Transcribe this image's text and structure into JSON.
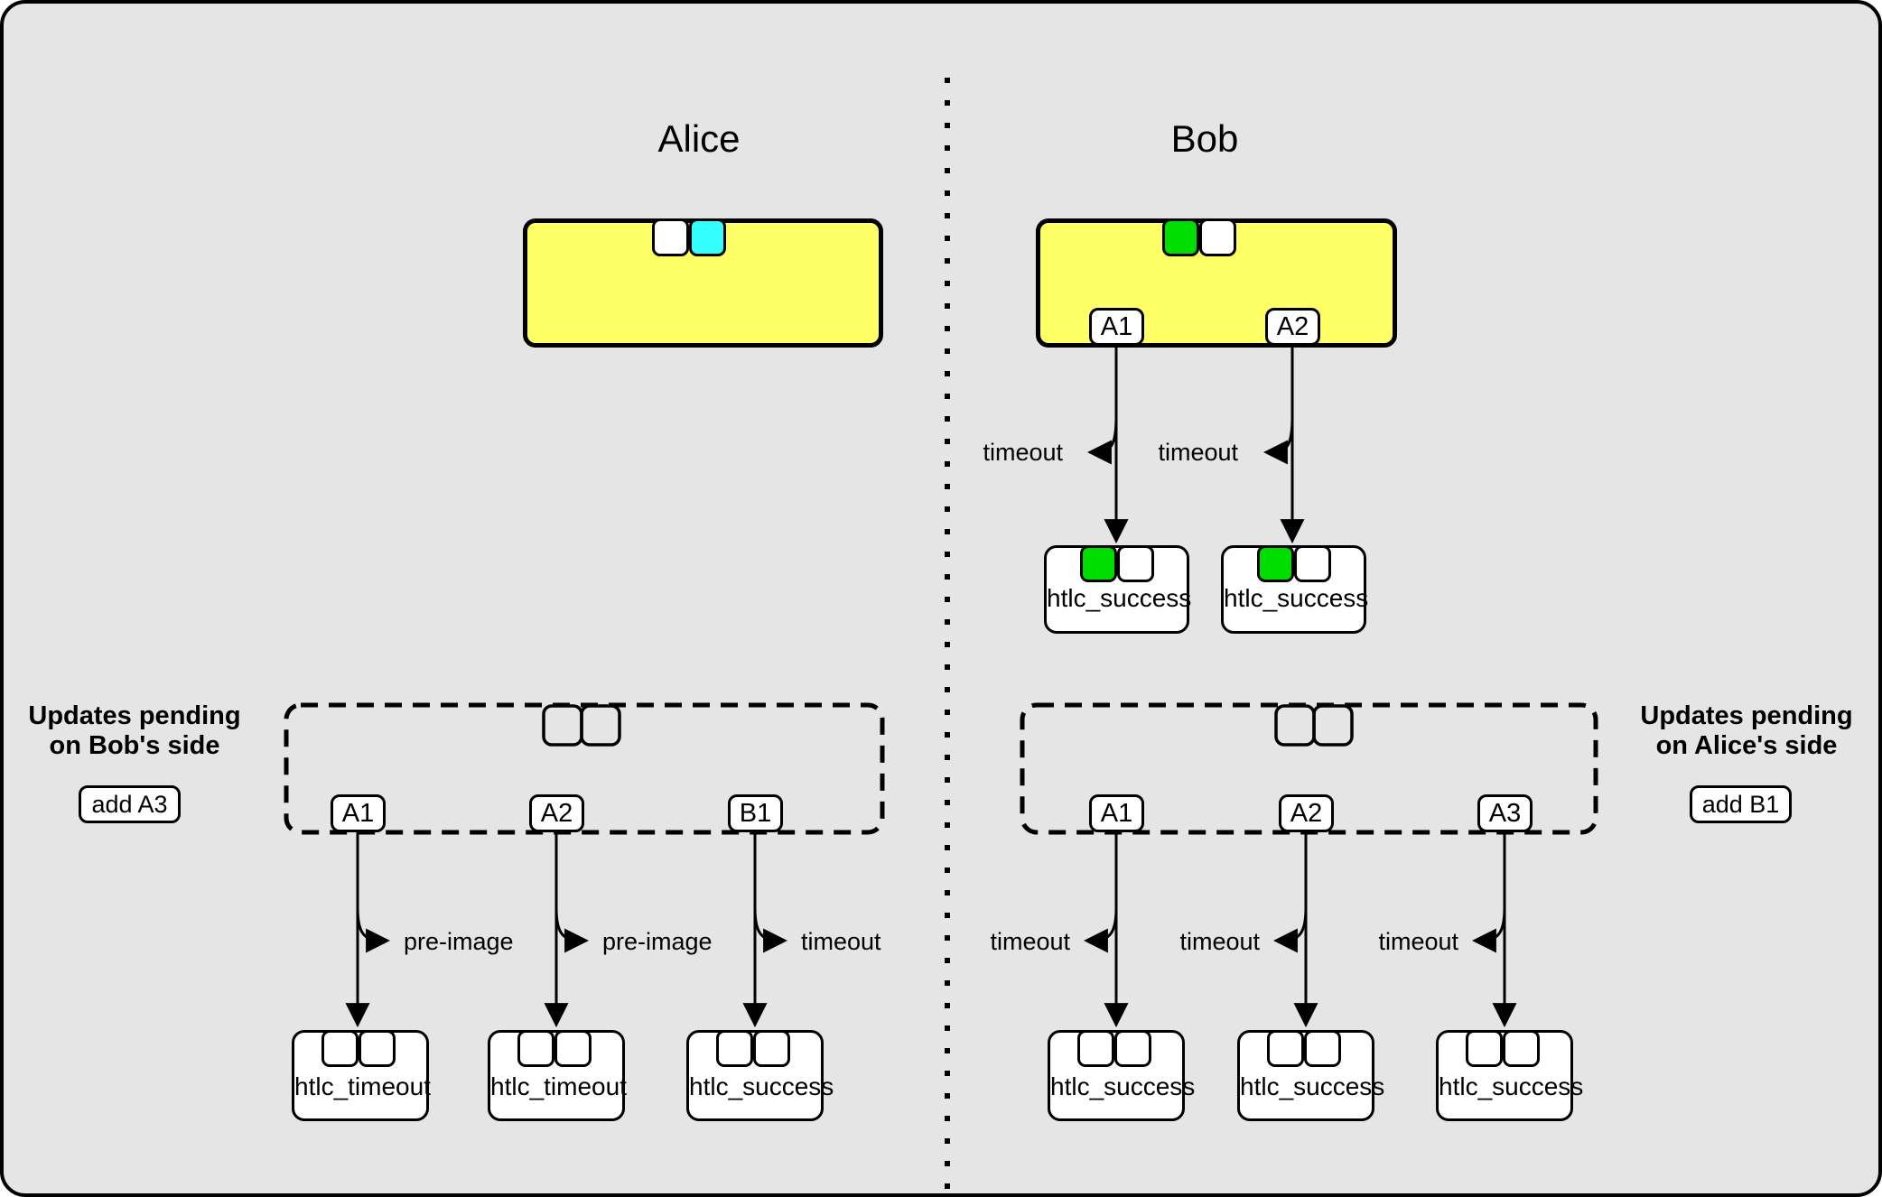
{
  "diagram": {
    "left_header": "Alice",
    "right_header": "Bob"
  },
  "colors": {
    "background": "#E5E5E5",
    "commitment_yellow": "#FFFF66",
    "slot_cyan": "#33FFFF",
    "slot_green": "#00DD00",
    "slot_white": "#FFFFFF"
  },
  "alice": {
    "commitment_slots": [
      "white",
      "cyan"
    ],
    "pending_box": {
      "heading": [
        "Updates pending",
        "on Bob's side"
      ],
      "add_button": "add A3",
      "outputs": [
        {
          "tag": "A1",
          "branch": "pre-image",
          "tx": "htlc_timeout"
        },
        {
          "tag": "A2",
          "branch": "pre-image",
          "tx": "htlc_timeout"
        },
        {
          "tag": "B1",
          "branch": "timeout",
          "tx": "htlc_success"
        }
      ]
    }
  },
  "bob": {
    "commitment_slots": [
      "green",
      "white"
    ],
    "commitment_outputs": [
      {
        "tag": "A1",
        "branch": "timeout",
        "tx": "htlc_success"
      },
      {
        "tag": "A2",
        "branch": "timeout",
        "tx": "htlc_success"
      }
    ],
    "pending_box": {
      "heading": [
        "Updates pending",
        "on Alice's side"
      ],
      "add_button": "add B1",
      "outputs": [
        {
          "tag": "A1",
          "branch": "timeout",
          "tx": "htlc_success"
        },
        {
          "tag": "A2",
          "branch": "timeout",
          "tx": "htlc_success"
        },
        {
          "tag": "A3",
          "branch": "timeout",
          "tx": "htlc_success"
        }
      ]
    }
  }
}
